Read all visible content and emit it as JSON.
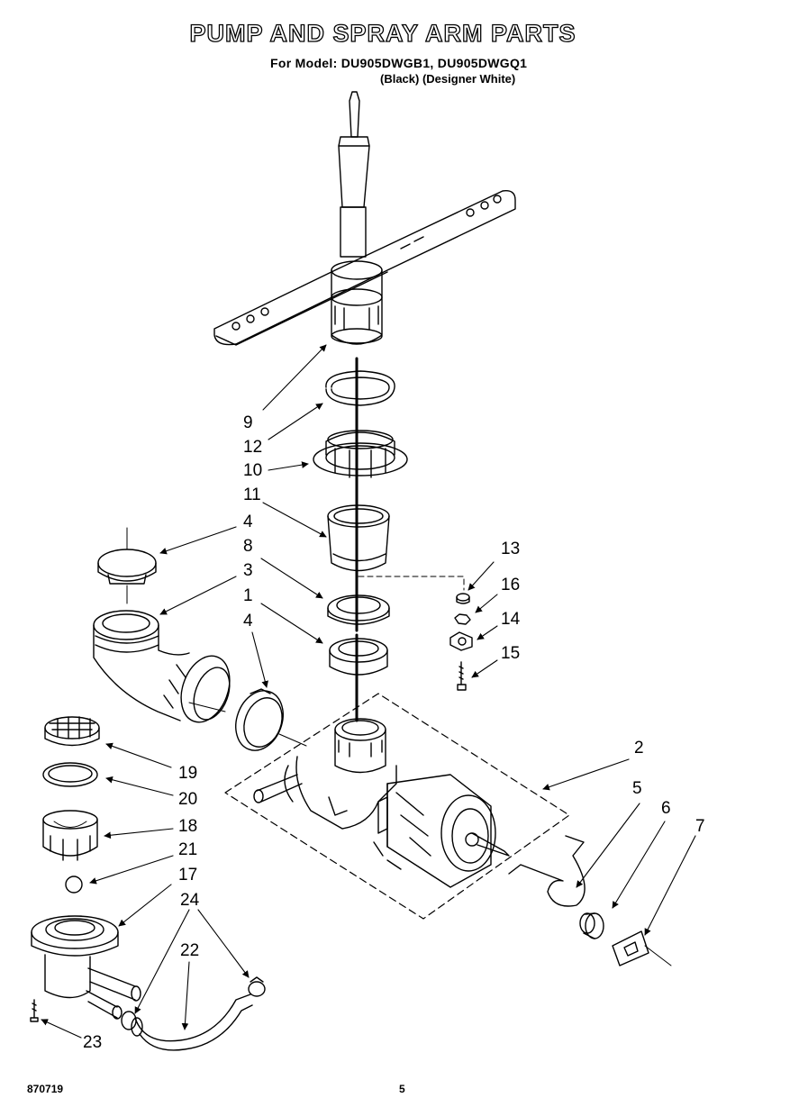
{
  "header": {
    "title": "PUMP AND SPRAY ARM PARTS",
    "model_line": "For Model: DU905DWGB1, DU905DWGQ1",
    "variants_line": "(Black) (Designer White)"
  },
  "callouts": [
    {
      "key": "9",
      "label": "9"
    },
    {
      "key": "12",
      "label": "12"
    },
    {
      "key": "10",
      "label": "10"
    },
    {
      "key": "11",
      "label": "11"
    },
    {
      "key": "4a",
      "label": "4"
    },
    {
      "key": "8",
      "label": "8"
    },
    {
      "key": "3",
      "label": "3"
    },
    {
      "key": "1",
      "label": "1"
    },
    {
      "key": "4b",
      "label": "4"
    },
    {
      "key": "13",
      "label": "13"
    },
    {
      "key": "16",
      "label": "16"
    },
    {
      "key": "14",
      "label": "14"
    },
    {
      "key": "15",
      "label": "15"
    },
    {
      "key": "2",
      "label": "2"
    },
    {
      "key": "5",
      "label": "5"
    },
    {
      "key": "6",
      "label": "6"
    },
    {
      "key": "7",
      "label": "7"
    },
    {
      "key": "19",
      "label": "19"
    },
    {
      "key": "20",
      "label": "20"
    },
    {
      "key": "18",
      "label": "18"
    },
    {
      "key": "21",
      "label": "21"
    },
    {
      "key": "17",
      "label": "17"
    },
    {
      "key": "24",
      "label": "24"
    },
    {
      "key": "22",
      "label": "22"
    },
    {
      "key": "23",
      "label": "23"
    }
  ],
  "footer": {
    "doc_number": "870719",
    "page_number": "5"
  }
}
